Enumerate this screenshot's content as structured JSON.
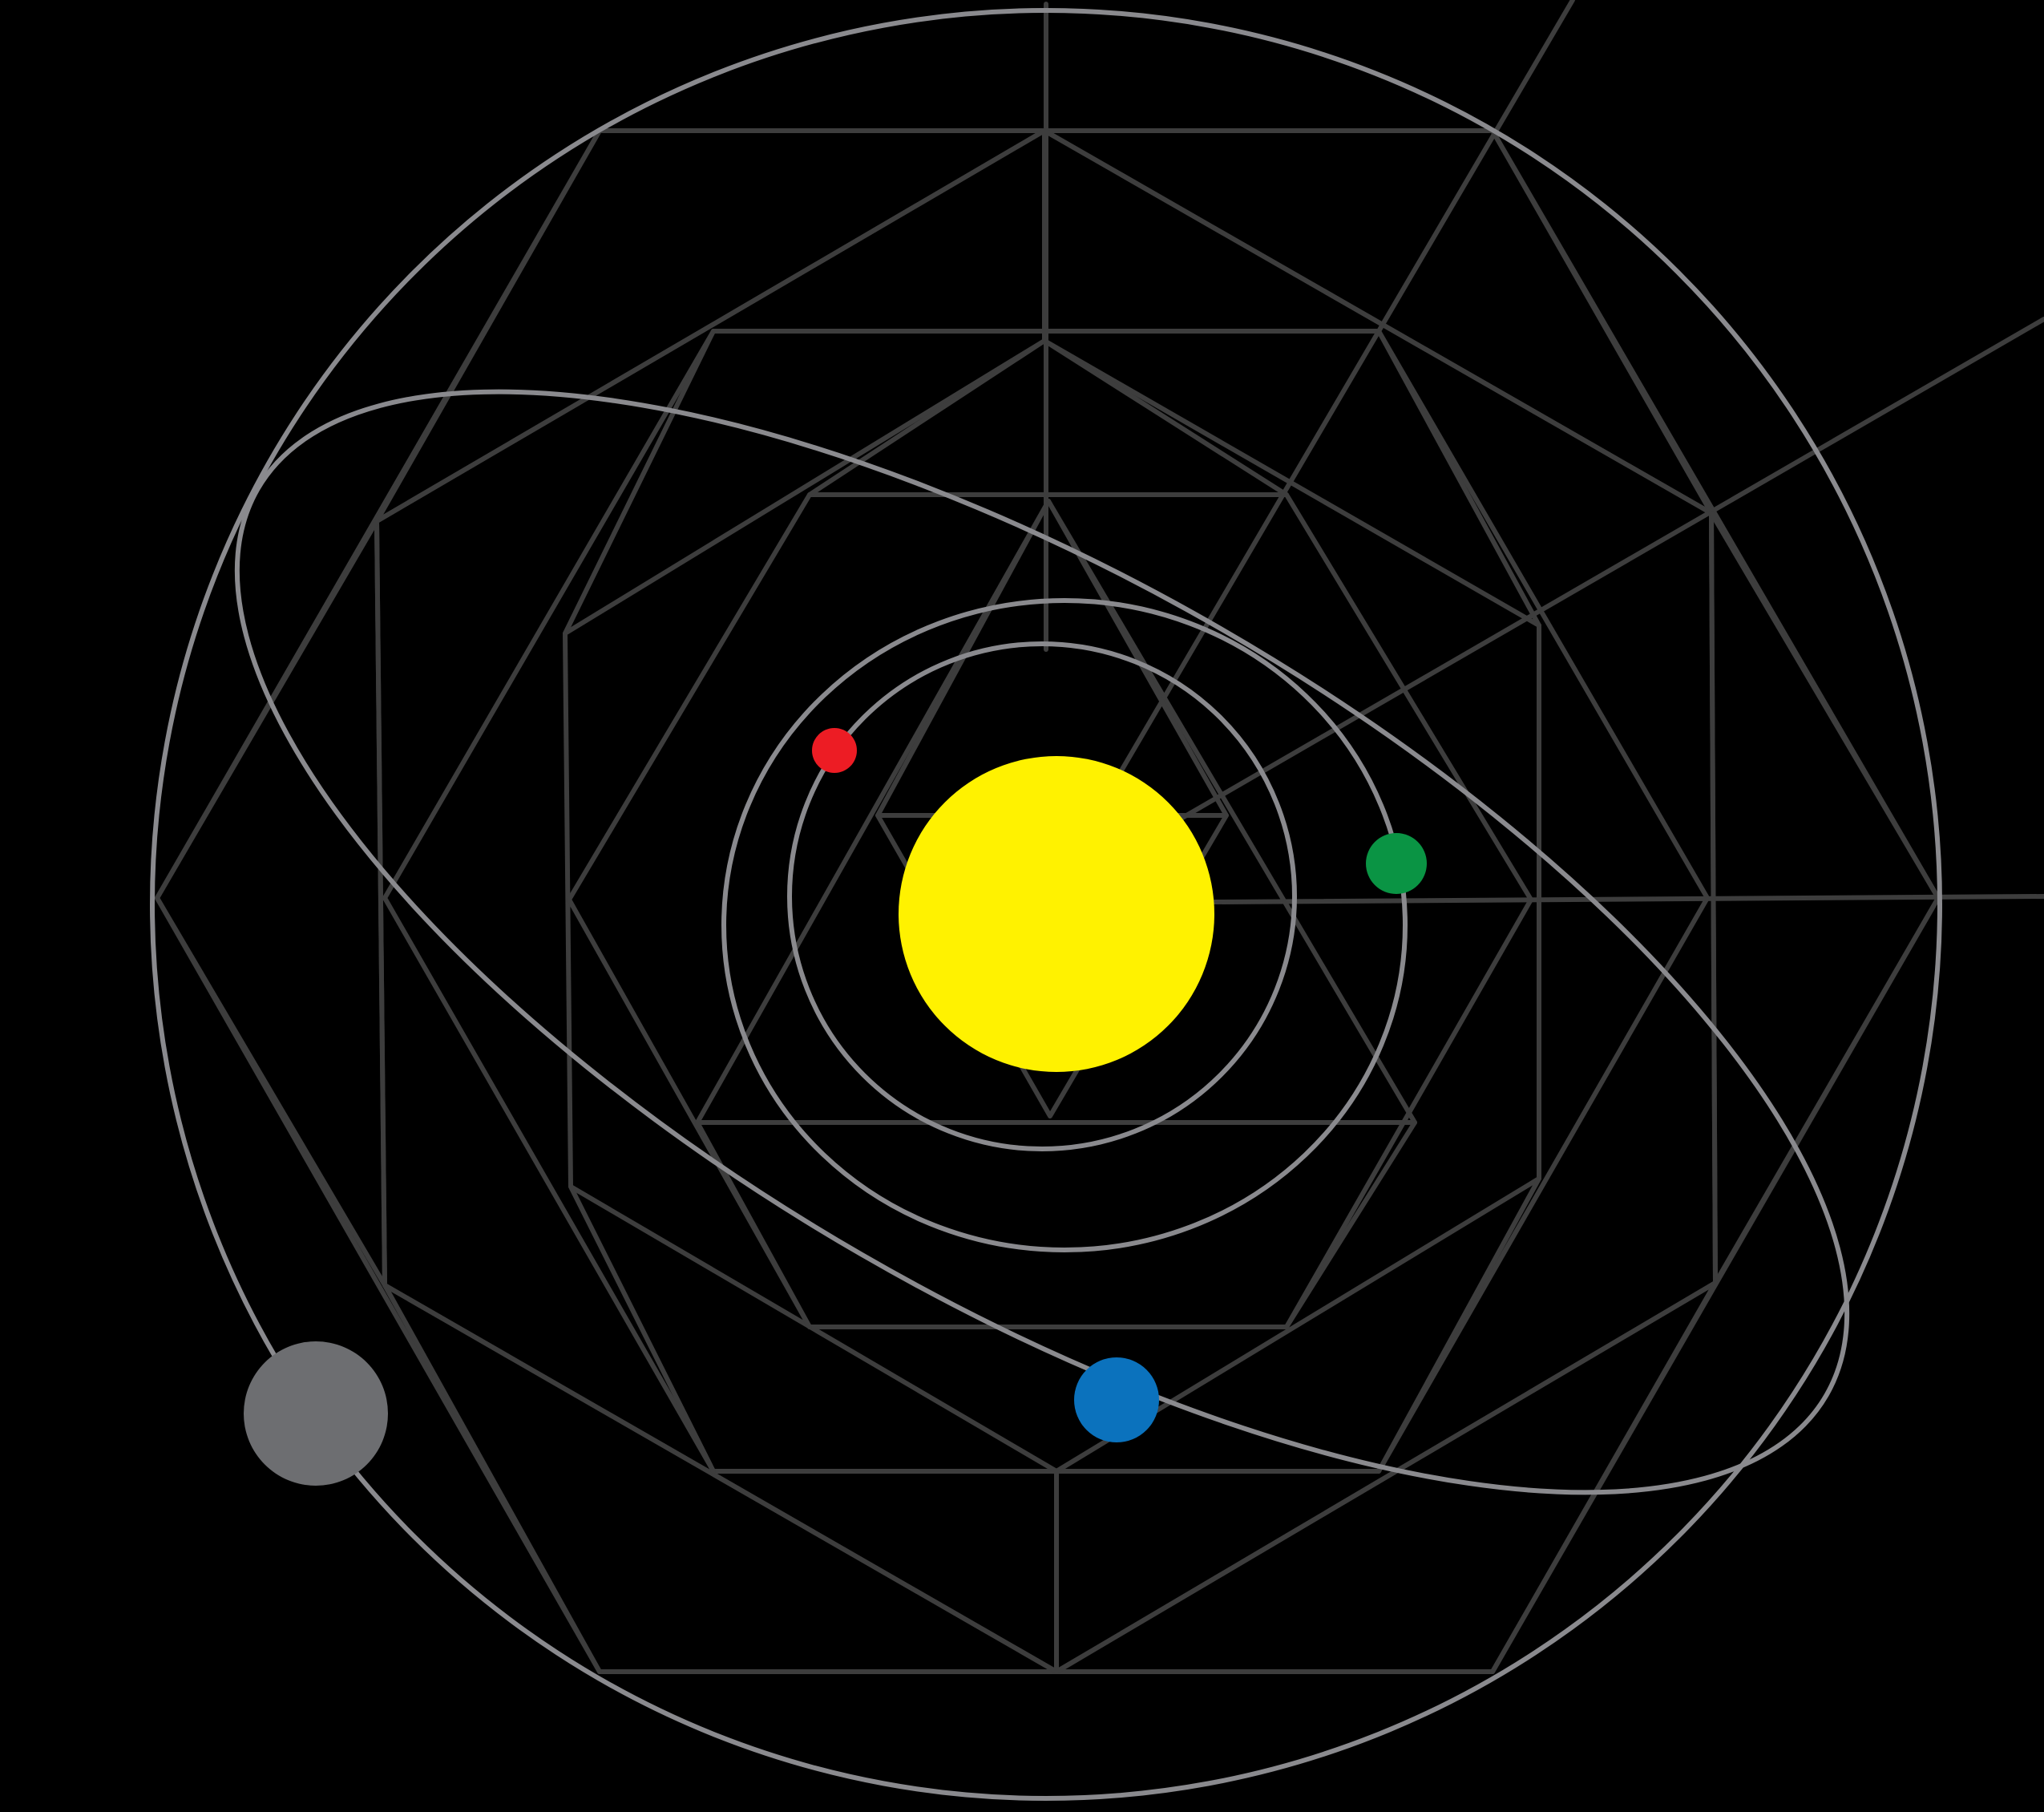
{
  "diagram": {
    "type": "orrery-illustration",
    "background_color": "#000000",
    "grid_line_color": "#3d3d3d",
    "orbit_line_color": "#8a8a8e",
    "bodies": [
      {
        "name": "sun",
        "color": "#fff200"
      },
      {
        "name": "red-planet",
        "color": "#ed1c24"
      },
      {
        "name": "green-planet",
        "color": "#0a9444"
      },
      {
        "name": "blue-planet",
        "color": "#0b72bd"
      },
      {
        "name": "gray-planet",
        "color": "#6d6e71"
      }
    ]
  }
}
